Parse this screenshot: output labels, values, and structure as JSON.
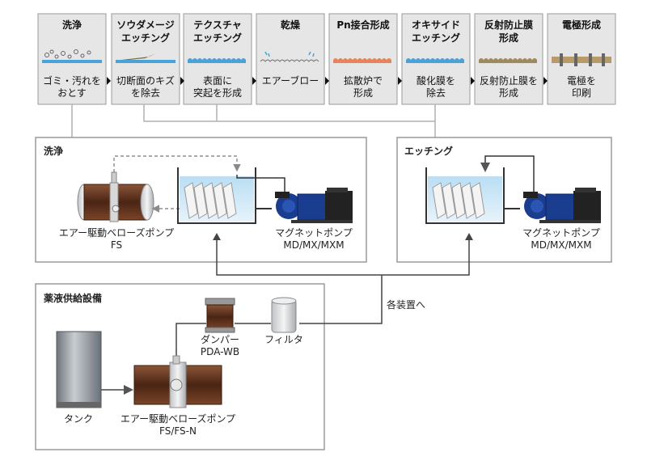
{
  "steps": [
    {
      "title": "洗浄",
      "desc": "ゴミ・汚れを\nおとす",
      "desc1": "ゴミ・汚れを",
      "desc2": "おとす"
    },
    {
      "title1": "ソウダメージ",
      "title2": "エッチング",
      "desc1": "切断面のキズ",
      "desc2": "を除去"
    },
    {
      "title1": "テクスチャ",
      "title2": "エッチング",
      "desc1": "表面に",
      "desc2": "突起を形成"
    },
    {
      "title": "乾燥",
      "desc1": "エアーブロー"
    },
    {
      "title": "Pn接合形成",
      "desc1": "拡散炉で",
      "desc2": "形成"
    },
    {
      "title1": "オキサイド",
      "title2": "エッチング",
      "desc1": "酸化膜を",
      "desc2": "除去"
    },
    {
      "title1": "反射防止膜",
      "title2": "形成",
      "desc1": "反射防止膜を",
      "desc2": "形成"
    },
    {
      "title": "電極形成",
      "desc1": "電極を",
      "desc2": "印刷"
    }
  ],
  "sections": {
    "cleaning": {
      "title": "洗浄",
      "bellows_pump_label": "エアー駆動ベローズポンプ",
      "bellows_pump_model": "FS",
      "magnet_pump_label": "マグネットポンプ",
      "magnet_pump_model": "MD/MX/MXM"
    },
    "etching": {
      "title": "エッチング",
      "magnet_pump_label": "マグネットポンプ",
      "magnet_pump_model": "MD/MX/MXM"
    },
    "supply": {
      "title": "薬液供給設備",
      "to_devices": "各装置へ",
      "damper_label": "ダンパー",
      "damper_model": "PDA-WB",
      "filter_label": "フィルタ",
      "tank_label": "タンク",
      "bellows_pump_label": "エアー駆動ベローズポンプ",
      "bellows_pump_model": "FS/FS-N"
    }
  },
  "colors": {
    "step_box": "#e6e6e6",
    "step_border": "#9a9a9a",
    "liquid": "#4aa3d8",
    "tank_liquid": "#cfe6f5",
    "pump_blue": "#1a3d8f",
    "pump_dark": "#222222",
    "bellows_brown": "#6b3a22",
    "line_gray": "#9a9a9a"
  }
}
